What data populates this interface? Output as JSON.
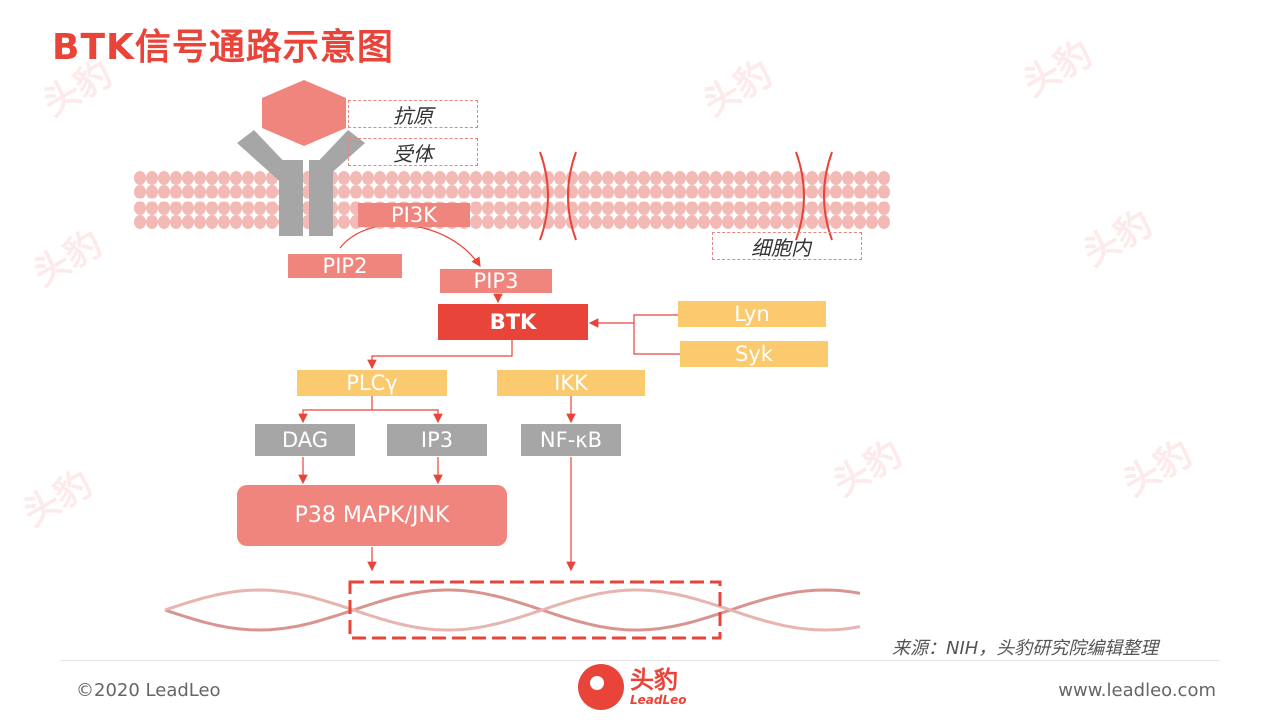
{
  "title": "BTK信号通路示意图",
  "labels": {
    "antigen": "抗原",
    "receptor": "受体",
    "intracellular": "细胞内"
  },
  "nodes": {
    "pi3k": "PI3K",
    "pip2": "PIP2",
    "pip3": "PIP3",
    "btk": "BTK",
    "lyn": "Lyn",
    "syk": "Syk",
    "plcy": "PLCγ",
    "ikk": "IKK",
    "dag": "DAG",
    "ip3": "IP3",
    "nfkb": "NF-κB",
    "p38": "P38 MAPK/JNK"
  },
  "colors": {
    "red": "#e8443a",
    "pink": "#f0857d",
    "yellow": "#fbc96e",
    "gray": "#a6a6a6",
    "membrane": "#f3b9b4"
  },
  "source": "来源：NIH，头豹研究院编辑整理",
  "footer": {
    "copyright": "©2020 LeadLeo",
    "website": "www.leadleo.com",
    "logo_cn": "头豹",
    "logo_en": "LeadLeo"
  },
  "watermark": "头豹"
}
